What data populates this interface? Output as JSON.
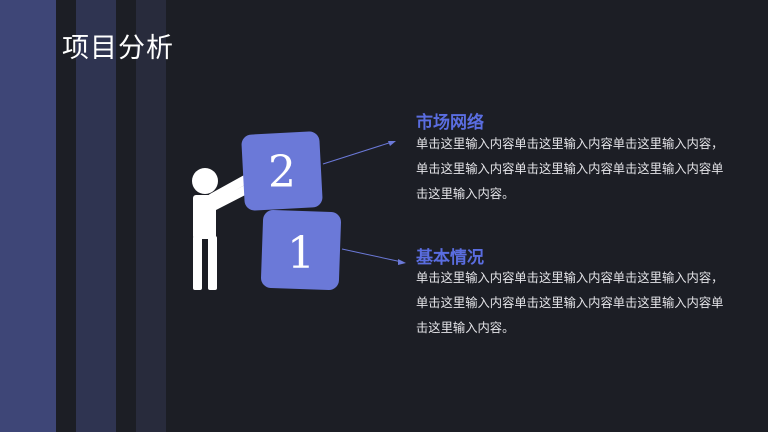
{
  "slide": {
    "title": "项目分析"
  },
  "blocks": [
    {
      "number": "2"
    },
    {
      "number": "1"
    }
  ],
  "sections": [
    {
      "heading": "市场网络",
      "body": "单击这里输入内容单击这里输入内容单击这里输入内容，单击这里输入内容单击这里输入内容单击这里输入内容单击这里输入内容。"
    },
    {
      "heading": "基本情况",
      "body": "单击这里输入内容单击这里输入内容单击这里输入内容，单击这里输入内容单击这里输入内容单击这里输入内容单击这里输入内容。"
    }
  ],
  "colors": {
    "background": "#1c1e25",
    "accent": "#5a6de0",
    "block": "#6b79d8"
  }
}
